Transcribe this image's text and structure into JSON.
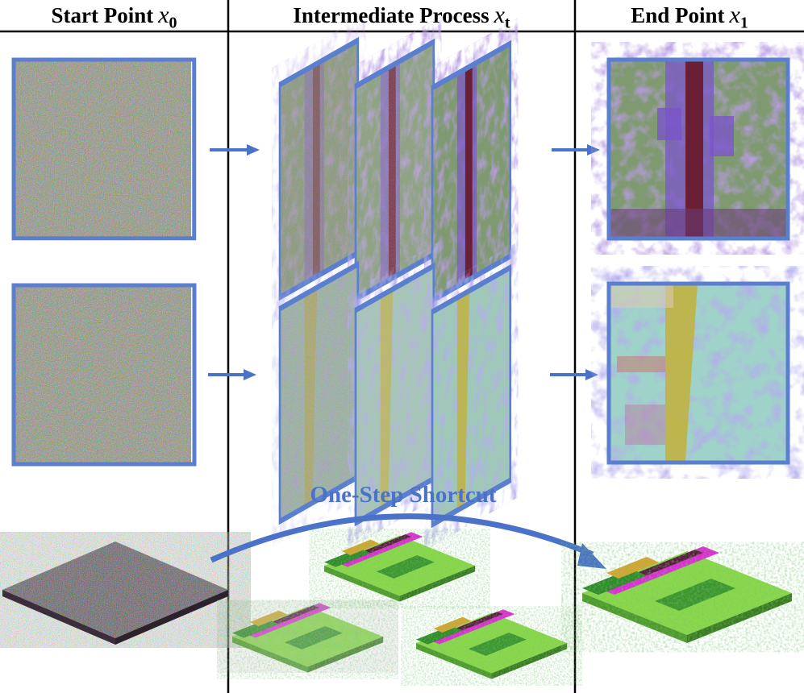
{
  "columns": {
    "start": {
      "title": "Start Point",
      "symbol": "x",
      "subscript": "0"
    },
    "middle": {
      "title": "Intermediate Process",
      "symbol": "x",
      "subscript": "t"
    },
    "end": {
      "title": "End Point",
      "symbol": "x",
      "subscript": "1"
    }
  },
  "shortcut_label": "One-Step Shortcut",
  "colors": {
    "frame_blue": "#5b7fcf",
    "arrow_blue": "#4a72c8",
    "shortcut_text": "#4a72c8",
    "divider": "#000000",
    "noise_base": "#8e8e7e",
    "olive_bg": "#7f9a70",
    "purple_blob": "#7a55c8",
    "dark_red_road": "#6a1f35",
    "cyan_bg": "#9fd2c8",
    "yellow_strip": "#c2b23a",
    "magenta_road": "#e02ad8",
    "grass_light": "#8ad84a",
    "tree_dark": "#2f8a2a",
    "building_orange": "#d8a530"
  },
  "rows": [
    {
      "name": "row-1-image-space",
      "type": "image"
    },
    {
      "name": "row-2-image-space",
      "type": "image"
    },
    {
      "name": "row-3-voxel-space",
      "type": "voxel"
    }
  ]
}
